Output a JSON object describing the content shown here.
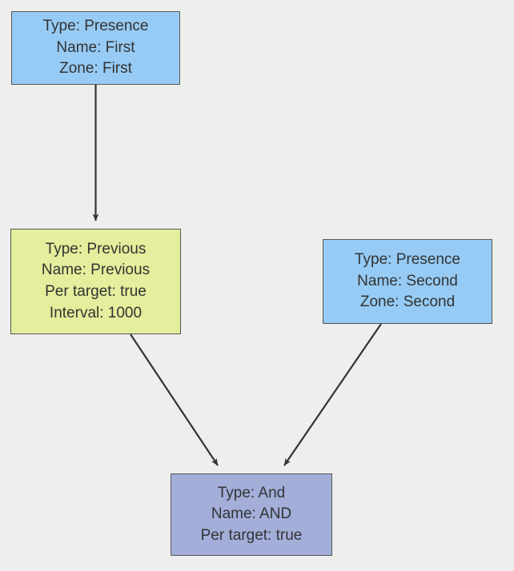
{
  "diagram": {
    "type": "flowchart",
    "background_color": "#eeeeec",
    "edge_color": "#2e3436",
    "text_color": "#333333",
    "nodes": [
      {
        "id": "presence-first",
        "name": "node-presence-first",
        "fill": "#96cbf5",
        "stroke": "#555753",
        "lines": [
          "Type: Presence",
          "Name: First",
          "Zone: First"
        ],
        "fields": {
          "Type": "Presence",
          "Name": "First",
          "Zone": "First"
        }
      },
      {
        "id": "previous",
        "name": "node-previous",
        "fill": "#e4ee9c",
        "stroke": "#555753",
        "lines": [
          "Type: Previous",
          "Name: Previous",
          "Per target: true",
          "Interval: 1000"
        ],
        "fields": {
          "Type": "Previous",
          "Name": "Previous",
          "Per target": "true",
          "Interval": "1000"
        }
      },
      {
        "id": "presence-second",
        "name": "node-presence-second",
        "fill": "#96cbf5",
        "stroke": "#555753",
        "lines": [
          "Type: Presence",
          "Name: Second",
          "Zone: Second"
        ],
        "fields": {
          "Type": "Presence",
          "Name": "Second",
          "Zone": "Second"
        }
      },
      {
        "id": "and",
        "name": "node-and",
        "fill": "#a3aed9",
        "stroke": "#555753",
        "lines": [
          "Type: And",
          "Name: AND",
          "Per target: true"
        ],
        "fields": {
          "Type": "And",
          "Name": "AND",
          "Per target": "true"
        }
      }
    ],
    "edges": [
      {
        "id": "edge-first-to-previous",
        "from": "presence-first",
        "to": "previous",
        "directed": true
      },
      {
        "id": "edge-previous-to-and",
        "from": "previous",
        "to": "and",
        "directed": true
      },
      {
        "id": "edge-second-to-and",
        "from": "presence-second",
        "to": "and",
        "directed": true
      }
    ]
  }
}
